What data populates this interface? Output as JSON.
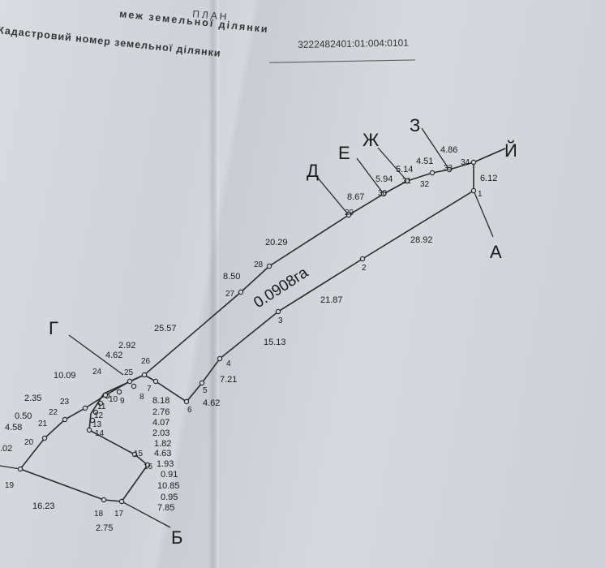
{
  "header": {
    "title_word": "ПЛАН",
    "title_line": "меж земельної ділянки",
    "cadastral_label": "Кадастровий номер земельної ділянки",
    "cadastral_number": "3222482401:01:004:0101"
  },
  "area_label": "0.0908га",
  "corner_letters": [
    "А",
    "Б",
    "Г",
    "Д",
    "Е",
    "Ж",
    "З",
    "Й"
  ],
  "point_numbers": [
    "1",
    "2",
    "3",
    "4",
    "5",
    "6",
    "7",
    "8",
    "9",
    "10",
    "11",
    "12",
    "13",
    "14",
    "15",
    "16",
    "17",
    "18",
    "19",
    "20",
    "21",
    "22",
    "23",
    "24",
    "25",
    "26",
    "27",
    "28",
    "29",
    "30",
    "31",
    "32",
    "33",
    "34"
  ],
  "distances": [
    "6.12",
    "28.92",
    "21.87",
    "15.13",
    "7.21",
    "4.62",
    "8.18",
    "2.76",
    "4.07",
    "2.03",
    "1.82",
    "4.63",
    "1.93",
    "0.91",
    "10.85",
    "0.95",
    "7.85",
    "2.75",
    "16.23",
    ".02",
    "4.58",
    "0.50",
    "2.35",
    "10.09",
    "4.62",
    "2.92",
    "25.57",
    "8.50",
    "20.29",
    "8.67",
    "5.94",
    "5.14",
    "4.51",
    "4.86"
  ],
  "colors": {
    "ink": "#1a1a1a",
    "paper": "#d4d7dc"
  }
}
